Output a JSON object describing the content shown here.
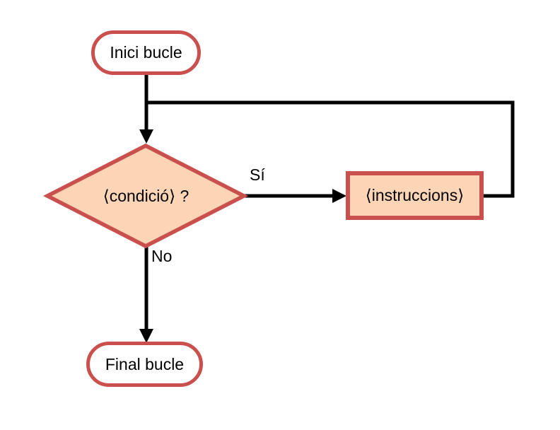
{
  "diagram": {
    "type": "flowchart",
    "nodes": {
      "start": {
        "label": "Inici bucle",
        "shape": "stadium"
      },
      "condition": {
        "label": "⟨condició⟩ ?",
        "shape": "diamond"
      },
      "instructions": {
        "label": "⟨instruccions⟩",
        "shape": "rectangle"
      },
      "end": {
        "label": "Final bucle",
        "shape": "stadium"
      }
    },
    "edges": {
      "yes_label": "Sí",
      "no_label": "No"
    },
    "colors": {
      "node_border": "#C9504D",
      "node_fill": "#FBD5B5",
      "stadium_fill": "#FFFFFF",
      "connector": "#000000",
      "text": "#000000",
      "background": "#FFFFFF"
    }
  }
}
